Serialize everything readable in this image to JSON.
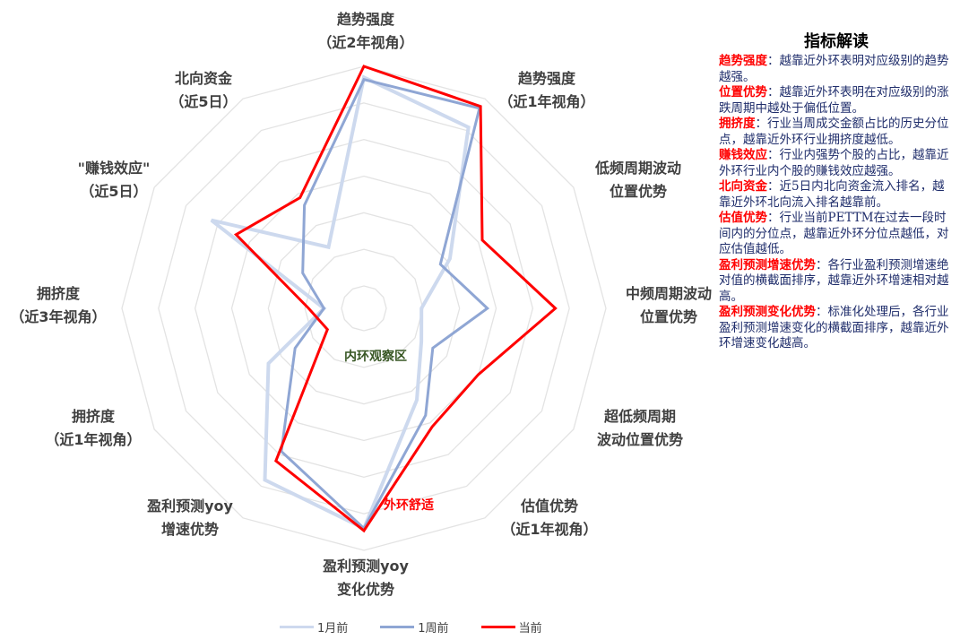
{
  "chart_data": {
    "type": "radar",
    "axes": [
      {
        "label": [
          "趋势强度",
          "（近2年视角）"
        ]
      },
      {
        "label": [
          "趋势强度",
          "（近1年视角）"
        ]
      },
      {
        "label": [
          "低频周期波动",
          "位置优势"
        ]
      },
      {
        "label": [
          "中频周期波动",
          "位置优势"
        ]
      },
      {
        "label": [
          "超低频周期",
          "波动位置优势"
        ]
      },
      {
        "label": [
          "估值优势",
          "（近1年视角）"
        ]
      },
      {
        "label": [
          "盈利预测yoy",
          "变化优势"
        ]
      },
      {
        "label": [
          "盈利预测yoy",
          "增速优势"
        ]
      },
      {
        "label": [
          "拥挤度",
          "（近1年视角）"
        ]
      },
      {
        "label": [
          "拥挤度",
          "（近3年视角）"
        ]
      },
      {
        "label": [
          "\"赚钱效应\"",
          "（近5日）"
        ]
      },
      {
        "label": [
          "北向资金",
          "（近5日）"
        ]
      }
    ],
    "series": [
      {
        "name": "1月前",
        "color": "#cdd9ee",
        "values": [
          0.95,
          0.85,
          0.35,
          0.16,
          0.2,
          0.38,
          0.9,
          0.8,
          0.4,
          0.08,
          0.7,
          0.22
        ]
      },
      {
        "name": "1周前",
        "color": "#8fa6d4",
        "values": [
          0.94,
          0.95,
          0.3,
          0.46,
          0.26,
          0.46,
          0.9,
          0.65,
          0.26,
          0.08,
          0.22,
          0.44
        ]
      },
      {
        "name": "当前",
        "color": "#ff0000",
        "values": [
          1.0,
          0.96,
          0.52,
          0.77,
          0.5,
          0.52,
          0.91,
          0.7,
          0.09,
          0.15,
          0.57,
          0.48
        ]
      }
    ],
    "annotations": {
      "inner": "内环观察区",
      "outer": "外环舒适"
    },
    "legend_position": "bottom",
    "grid_style": "concentric dodecagons"
  },
  "notes": {
    "title": "指标解读",
    "items": [
      {
        "term": "趋势强度",
        "text": "：越靠近外环表明对应级别的趋势越强。"
      },
      {
        "term": "位置优势",
        "text": "：越靠近外环表明在对应级别的涨跌周期中越处于偏低位置。"
      },
      {
        "term": "拥挤度",
        "text": "：行业当周成交金额占比的历史分位点，越靠近外环行业拥挤度越低。"
      },
      {
        "term": "赚钱效应",
        "text": "：行业内强势个股的占比，越靠近外环行业内个股的赚钱效应越强。"
      },
      {
        "term": "北向资金",
        "text": "：近5日内北向资金流入排名，越靠近外环北向流入排名越靠前。"
      },
      {
        "term": "估值优势",
        "text": "：行业当前PETTM在过去一段时间内的分位点，越靠近外环分位点越低，对应估值越低。"
      },
      {
        "term": "盈利预测增速优势",
        "text": "：各行业盈利预测增速绝对值的横截面排序，越靠近外环增速相对越高。"
      },
      {
        "term": "盈利预测变化优势",
        "text": "：标准化处理后，各行业盈利预测增速变化的横截面排序，越靠近外环增速变化越高。"
      }
    ]
  }
}
